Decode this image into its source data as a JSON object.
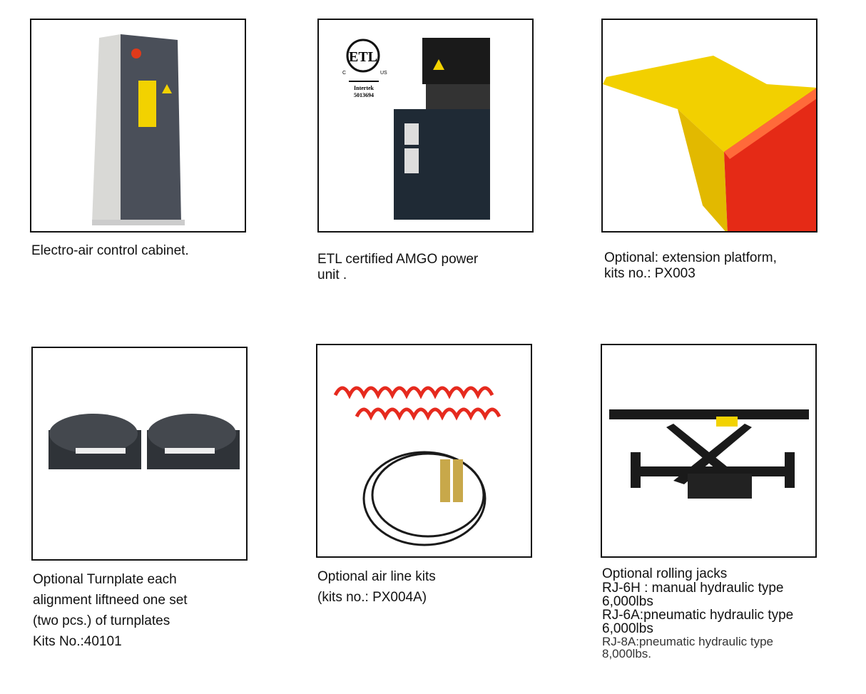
{
  "items": [
    {
      "caption": [
        "Electro-air control cabinet."
      ],
      "image": "control-cabinet"
    },
    {
      "caption": [
        "ETL certified AMGO power",
        "unit ."
      ],
      "image": "power-unit",
      "logo_text": [
        "C",
        "US",
        "Intertek",
        "5013694"
      ]
    },
    {
      "caption": [
        "Optional: extension platform,",
        "kits no.: PX003"
      ],
      "image": "extension-platform"
    },
    {
      "caption": [
        "Optional Turnplate each",
        "alignment liftneed one set",
        "(two pcs.) of turnplates",
        "Kits No.:40101"
      ],
      "image": "turnplates"
    },
    {
      "caption": [
        "Optional air line kits",
        "(kits no.: PX004A)"
      ],
      "image": "air-line-kit"
    },
    {
      "caption": [
        "Optional rolling jacks",
        "RJ-6H : manual hydraulic type",
        "6,000lbs",
        "RJ-6A:pneumatic hydraulic type",
        "6,000lbs",
        "RJ-8A:pneumatic hydraulic type",
        "8,000lbs."
      ],
      "image": "rolling-jack"
    }
  ]
}
